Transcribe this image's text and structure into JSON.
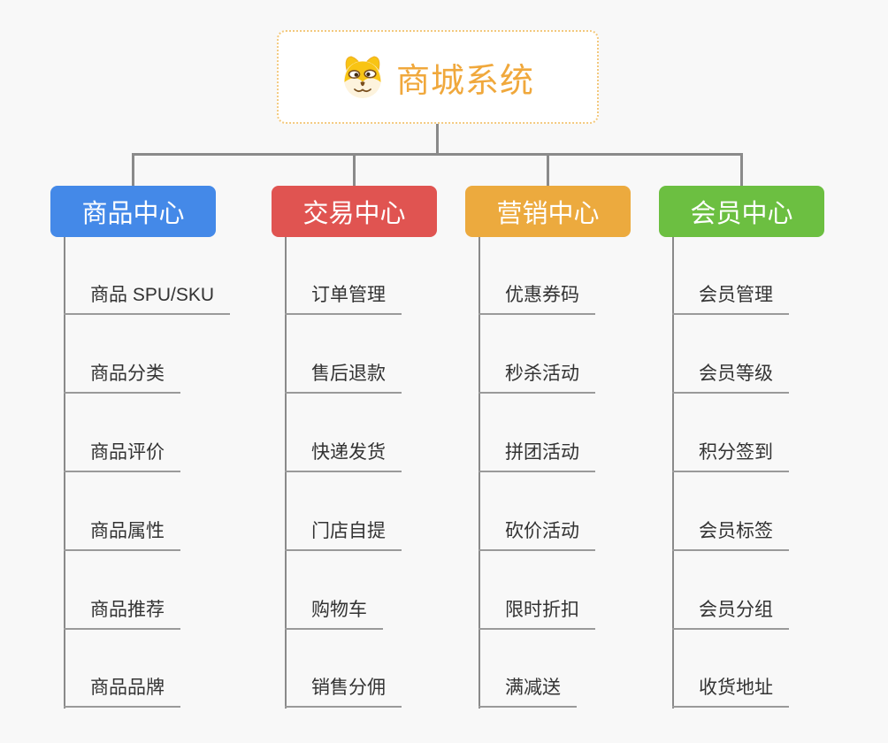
{
  "root": {
    "title": "商城系统",
    "icon": "doge-icon"
  },
  "style": {
    "background": "#f8f8f8",
    "connector_color": "#8a8a8a",
    "underline_color": "#9a9a9a",
    "root_text_color": "#f0a83c",
    "root_border_color": "#f3c97e",
    "item_text_color": "#333333"
  },
  "branches": [
    {
      "label": "商品中心",
      "color": "#4489e8",
      "items": [
        "商品 SPU/SKU",
        "商品分类",
        "商品评价",
        "商品属性",
        "商品推荐",
        "商品品牌"
      ]
    },
    {
      "label": "交易中心",
      "color": "#e05451",
      "items": [
        "订单管理",
        "售后退款",
        "快递发货",
        "门店自提",
        "购物车",
        "销售分佣"
      ]
    },
    {
      "label": "营销中心",
      "color": "#ecaa3e",
      "items": [
        "优惠券码",
        "秒杀活动",
        "拼团活动",
        "砍价活动",
        "限时折扣",
        "满减送"
      ]
    },
    {
      "label": "会员中心",
      "color": "#6cbf41",
      "items": [
        "会员管理",
        "会员等级",
        "积分签到",
        "会员标签",
        "会员分组",
        "收货地址"
      ]
    }
  ]
}
